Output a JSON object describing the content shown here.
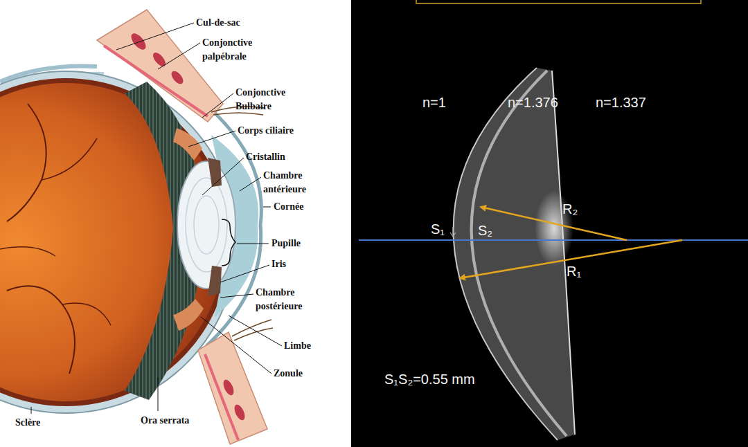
{
  "diagram": {
    "labels": [
      "Cul-de-sac",
      "Conjonctive palpébrale",
      "Conjonctive Bulbaire",
      "Corps ciliaire",
      "Cristallin",
      "Chambre antérieure",
      "Cornée",
      "Pupille",
      "Iris",
      "Chambre postérieure",
      "Limbe",
      "Zonule",
      "Sclère",
      "Ora serrata",
      "n=1",
      "n=1.376",
      "n=1.337",
      "R₂",
      "S₁",
      "S₂",
      "R₁",
      "S₁S₂=0.55 mm"
    ]
  }
}
